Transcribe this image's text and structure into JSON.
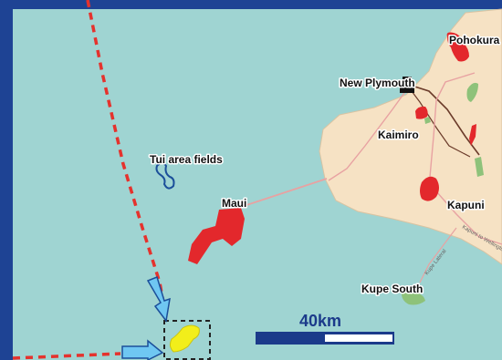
{
  "map": {
    "colors": {
      "sea": "#9fd4d2",
      "land": "#f6e2c4",
      "field_red": "#e3282c",
      "field_yellow": "#f2ee1a",
      "field_green": "#8ec27a",
      "tui_outline": "#1b4f9a",
      "pipeline": "#e8a2a2",
      "road": "#6b3b2a",
      "route": "#e5322d",
      "frame": "#1e4394",
      "arrow": "#6fc7f2"
    },
    "labels": {
      "pohokura": "Pohokura",
      "new_plymouth": "New Plymouth",
      "kaimiro": "Kaimiro",
      "tui": "Tui area fields",
      "maui": "Maui",
      "kapuni": "Kapuni",
      "kupe_south": "Kupe South",
      "kapuni_to_wellington": "Kapuni to Wellington",
      "kupe_lateral": "Kupe Lateral"
    },
    "scale": {
      "label": "40km"
    }
  }
}
